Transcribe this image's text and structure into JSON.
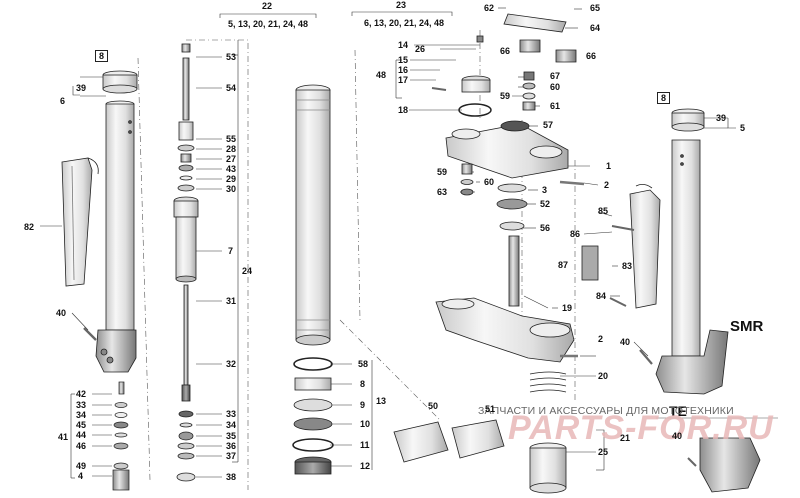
{
  "groups": {
    "g22": {
      "number": "22",
      "parts": "5, 13, 20, 21, 24, 48"
    },
    "g23": {
      "number": "23",
      "parts": "6, 13, 20, 21, 24, 48"
    }
  },
  "models": {
    "smr": "SMR",
    "te": "TE"
  },
  "watermark": {
    "text": "ЗАПЧАСТИ И АКСЕССУАРЫ ДЛЯ МОТОТЕХНИКИ",
    "brand": "PARTS-FOR.RU"
  },
  "callouts": [
    {
      "id": "c8a",
      "text": "8",
      "boxed": true
    },
    {
      "id": "c39a",
      "text": "39"
    },
    {
      "id": "c6",
      "text": "6"
    },
    {
      "id": "c82",
      "text": "82"
    },
    {
      "id": "c40a",
      "text": "40"
    },
    {
      "id": "c53",
      "text": "53"
    },
    {
      "id": "c54",
      "text": "54"
    },
    {
      "id": "c55",
      "text": "55"
    },
    {
      "id": "c28",
      "text": "28"
    },
    {
      "id": "c27",
      "text": "27"
    },
    {
      "id": "c43",
      "text": "43"
    },
    {
      "id": "c29",
      "text": "29"
    },
    {
      "id": "c30",
      "text": "30"
    },
    {
      "id": "c7",
      "text": "7"
    },
    {
      "id": "c24",
      "text": "24"
    },
    {
      "id": "c31",
      "text": "31"
    },
    {
      "id": "c32",
      "text": "32"
    },
    {
      "id": "c33a",
      "text": "33"
    },
    {
      "id": "c34a",
      "text": "34"
    },
    {
      "id": "c35",
      "text": "35"
    },
    {
      "id": "c36",
      "text": "36"
    },
    {
      "id": "c37",
      "text": "37"
    },
    {
      "id": "c38",
      "text": "38"
    },
    {
      "id": "c42",
      "text": "42"
    },
    {
      "id": "c33b",
      "text": "33"
    },
    {
      "id": "c34b",
      "text": "34"
    },
    {
      "id": "c45",
      "text": "45"
    },
    {
      "id": "c44",
      "text": "44"
    },
    {
      "id": "c41",
      "text": "41"
    },
    {
      "id": "c46",
      "text": "46"
    },
    {
      "id": "c49",
      "text": "49"
    },
    {
      "id": "c4",
      "text": "4"
    },
    {
      "id": "c58",
      "text": "58"
    },
    {
      "id": "c8b",
      "text": "8"
    },
    {
      "id": "c9",
      "text": "9"
    },
    {
      "id": "c13",
      "text": "13"
    },
    {
      "id": "c10",
      "text": "10"
    },
    {
      "id": "c11",
      "text": "11"
    },
    {
      "id": "c12",
      "text": "12"
    },
    {
      "id": "c50",
      "text": "50"
    },
    {
      "id": "c51",
      "text": "51"
    },
    {
      "id": "c14",
      "text": "14"
    },
    {
      "id": "c26",
      "text": "26"
    },
    {
      "id": "c15",
      "text": "15"
    },
    {
      "id": "c16",
      "text": "16"
    },
    {
      "id": "c17",
      "text": "17"
    },
    {
      "id": "c48",
      "text": "48"
    },
    {
      "id": "c18",
      "text": "18"
    },
    {
      "id": "c62",
      "text": "62"
    },
    {
      "id": "c65",
      "text": "65"
    },
    {
      "id": "c64",
      "text": "64"
    },
    {
      "id": "c66a",
      "text": "66"
    },
    {
      "id": "c66b",
      "text": "66"
    },
    {
      "id": "c67",
      "text": "67"
    },
    {
      "id": "c59a",
      "text": "59"
    },
    {
      "id": "c60a",
      "text": "60"
    },
    {
      "id": "c61",
      "text": "61"
    },
    {
      "id": "c57",
      "text": "57"
    },
    {
      "id": "c1",
      "text": "1"
    },
    {
      "id": "c59b",
      "text": "59"
    },
    {
      "id": "c60b",
      "text": "60"
    },
    {
      "id": "c2a",
      "text": "2"
    },
    {
      "id": "c63",
      "text": "63"
    },
    {
      "id": "c3",
      "text": "3"
    },
    {
      "id": "c52",
      "text": "52"
    },
    {
      "id": "c56",
      "text": "56"
    },
    {
      "id": "c19",
      "text": "19"
    },
    {
      "id": "c2b",
      "text": "2"
    },
    {
      "id": "c20",
      "text": "20"
    },
    {
      "id": "c21",
      "text": "21"
    },
    {
      "id": "c25",
      "text": "25"
    },
    {
      "id": "c8c",
      "text": "8",
      "boxed": true
    },
    {
      "id": "c39b",
      "text": "39"
    },
    {
      "id": "c5",
      "text": "5"
    },
    {
      "id": "c85",
      "text": "85"
    },
    {
      "id": "c86",
      "text": "86"
    },
    {
      "id": "c87",
      "text": "87"
    },
    {
      "id": "c83",
      "text": "83"
    },
    {
      "id": "c84",
      "text": "84"
    },
    {
      "id": "c40b",
      "text": "40"
    },
    {
      "id": "c40c",
      "text": "40"
    }
  ]
}
